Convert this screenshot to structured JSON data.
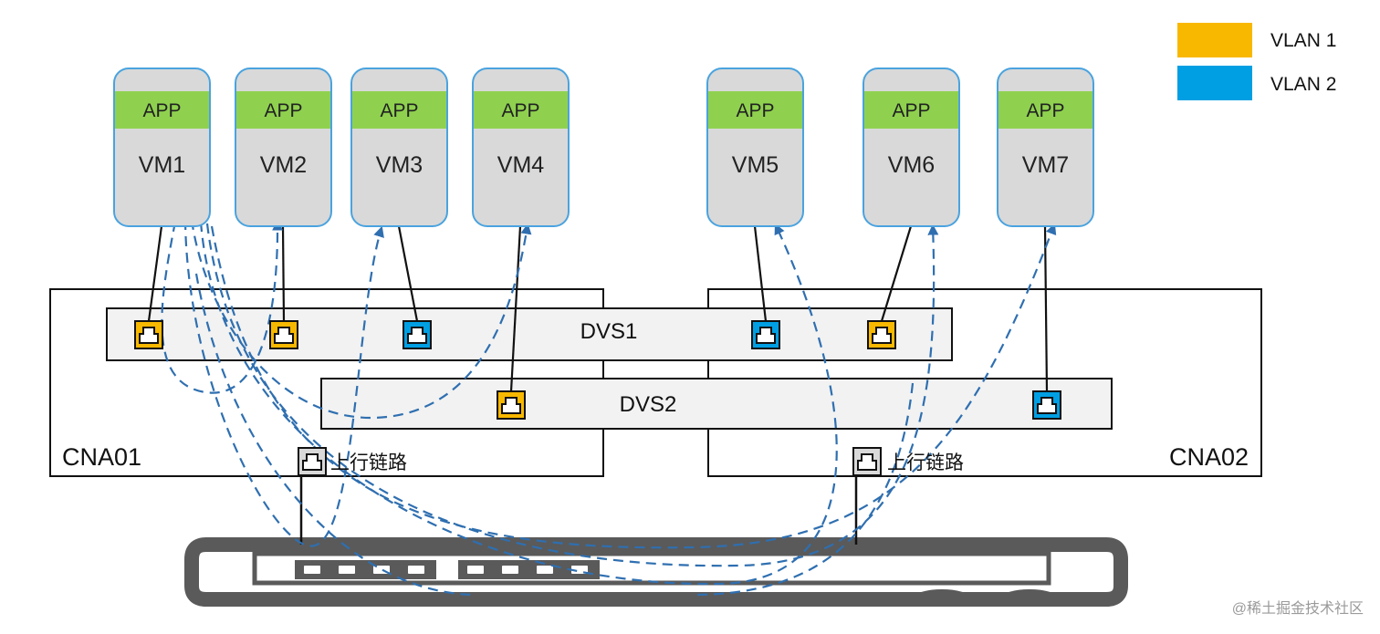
{
  "colors": {
    "vlan1": "#f8b800",
    "vlan2": "#009fe3",
    "app_band": "#8fd14f",
    "vm_body": "#d9d9d9",
    "vm_border": "#4aa3df",
    "dashed": "#2f6fb0",
    "switch_frame": "#5a5a5a",
    "dvs_fill": "#f2f2f2"
  },
  "legend": [
    {
      "label": "VLAN 1",
      "vlan": "vlan1"
    },
    {
      "label": "VLAN 2",
      "vlan": "vlan2"
    }
  ],
  "vms": [
    {
      "name": "VM1",
      "app": "APP"
    },
    {
      "name": "VM2",
      "app": "APP"
    },
    {
      "name": "VM3",
      "app": "APP"
    },
    {
      "name": "VM4",
      "app": "APP"
    },
    {
      "name": "VM5",
      "app": "APP"
    },
    {
      "name": "VM6",
      "app": "APP"
    },
    {
      "name": "VM7",
      "app": "APP"
    }
  ],
  "hosts": [
    {
      "name": "CNA01"
    },
    {
      "name": "CNA02"
    }
  ],
  "switches": [
    {
      "name": "DVS1"
    },
    {
      "name": "DVS2"
    }
  ],
  "ports": [
    {
      "vm": "VM1",
      "switch": "DVS1",
      "vlan": "vlan1"
    },
    {
      "vm": "VM2",
      "switch": "DVS1",
      "vlan": "vlan1"
    },
    {
      "vm": "VM3",
      "switch": "DVS1",
      "vlan": "vlan2"
    },
    {
      "vm": "VM4",
      "switch": "DVS2",
      "vlan": "vlan1"
    },
    {
      "vm": "VM5",
      "switch": "DVS1",
      "vlan": "vlan2"
    },
    {
      "vm": "VM6",
      "switch": "DVS1",
      "vlan": "vlan1"
    },
    {
      "vm": "VM7",
      "switch": "DVS2",
      "vlan": "vlan2"
    }
  ],
  "uplinks": [
    {
      "host": "CNA01",
      "label": "上行链路"
    },
    {
      "host": "CNA02",
      "label": "上行链路"
    }
  ],
  "watermark": "@稀土掘金技术社区"
}
